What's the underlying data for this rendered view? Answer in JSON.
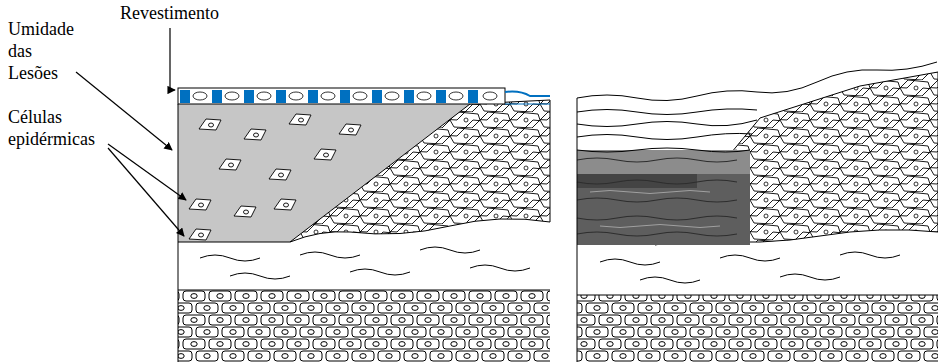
{
  "diagram": {
    "labels": [
      "Revestimento",
      "Umidade das Lesões",
      "Células epidérmicas"
    ]
  }
}
